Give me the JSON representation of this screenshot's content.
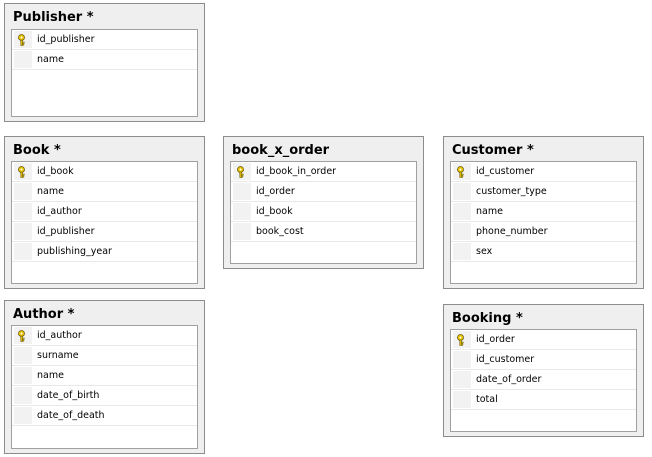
{
  "tables": [
    {
      "id": "publisher",
      "title": "Publisher *",
      "columns": [
        {
          "name": "id_publisher",
          "pk": true
        },
        {
          "name": "name",
          "pk": false
        }
      ]
    },
    {
      "id": "book",
      "title": "Book *",
      "columns": [
        {
          "name": "id_book",
          "pk": true
        },
        {
          "name": "name",
          "pk": false
        },
        {
          "name": "id_author",
          "pk": false
        },
        {
          "name": "id_publisher",
          "pk": false
        },
        {
          "name": "publishing_year",
          "pk": false
        }
      ]
    },
    {
      "id": "book_x_order",
      "title": "book_x_order",
      "columns": [
        {
          "name": "id_book_in_order",
          "pk": true
        },
        {
          "name": "id_order",
          "pk": false
        },
        {
          "name": "id_book",
          "pk": false
        },
        {
          "name": "book_cost",
          "pk": false
        }
      ]
    },
    {
      "id": "customer",
      "title": "Customer *",
      "columns": [
        {
          "name": "id_customer",
          "pk": true
        },
        {
          "name": "customer_type",
          "pk": false
        },
        {
          "name": "name",
          "pk": false
        },
        {
          "name": "phone_number",
          "pk": false
        },
        {
          "name": "sex",
          "pk": false
        }
      ]
    },
    {
      "id": "author",
      "title": "Author *",
      "columns": [
        {
          "name": "id_author",
          "pk": true
        },
        {
          "name": "surname",
          "pk": false
        },
        {
          "name": "name",
          "pk": false
        },
        {
          "name": "date_of_birth",
          "pk": false
        },
        {
          "name": "date_of_death",
          "pk": false
        }
      ]
    },
    {
      "id": "booking",
      "title": "Booking *",
      "columns": [
        {
          "name": "id_order",
          "pk": true
        },
        {
          "name": "id_customer",
          "pk": false
        },
        {
          "name": "date_of_order",
          "pk": false
        },
        {
          "name": "total",
          "pk": false
        }
      ]
    }
  ],
  "icons": {
    "primary_key": "key-icon"
  },
  "colors": {
    "key": "#e8c400",
    "panel": "#efefef",
    "border": "#8c8c8c"
  }
}
